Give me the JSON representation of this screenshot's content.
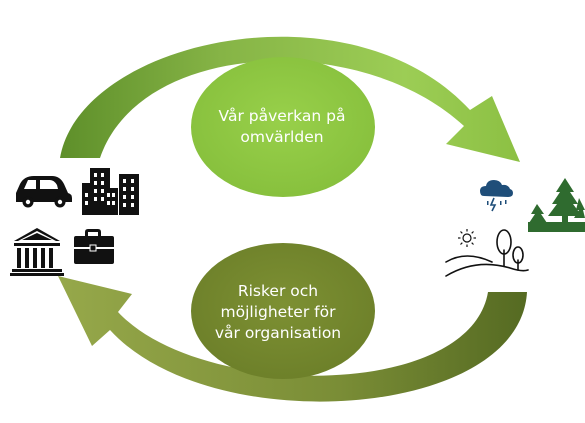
{
  "colors": {
    "top_arrow": "#7aa53a",
    "top_arrow_dark": "#4f7a22",
    "bottom_arrow": "#8a9a3e",
    "bottom_arrow_dark": "#5b6b22",
    "top_ellipse": "#8dc63f",
    "bottom_ellipse": "#76882e",
    "icon_black": "#111111",
    "icon_cloud": "#1f4e79",
    "icon_trees": "#2f6b2f"
  },
  "ellipse_top": {
    "lines": [
      "Vår påverkan på",
      "omvärlden"
    ]
  },
  "ellipse_bottom": {
    "lines": [
      "Risker och",
      "möjligheter för",
      "vår organisation"
    ]
  },
  "icons_left": [
    "car-icon",
    "buildings-icon",
    "bank-icon",
    "briefcase-icon"
  ],
  "icons_right": [
    "storm-cloud-icon",
    "forest-icon",
    "sun-icon",
    "landscape-trees-icon"
  ]
}
